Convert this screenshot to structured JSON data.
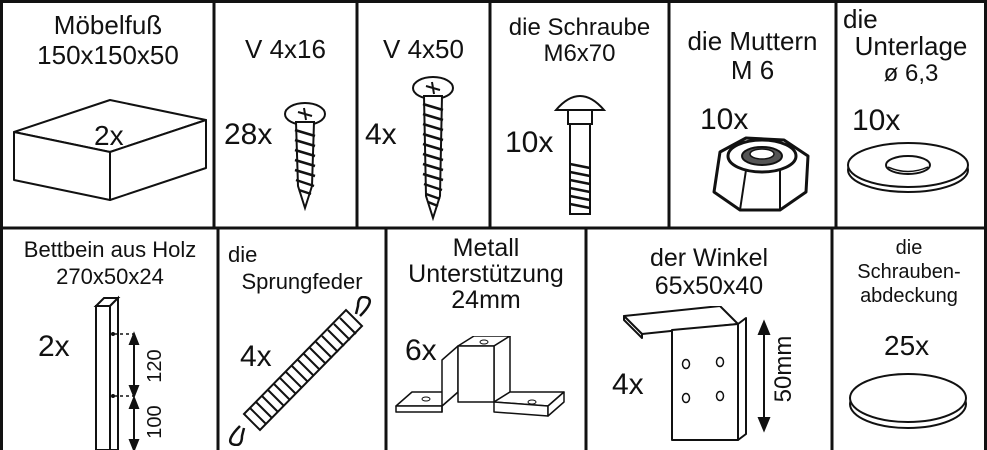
{
  "parts": [
    {
      "name_lines": [
        "Möbelfuß",
        "150x150x50"
      ],
      "qty": "2x",
      "icon": "block-icon"
    },
    {
      "name_lines": [
        "V 4x16"
      ],
      "qty": "28x",
      "icon": "screw-icon"
    },
    {
      "name_lines": [
        "V 4x50"
      ],
      "qty": "4x",
      "icon": "screw-icon"
    },
    {
      "name_lines": [
        "die Schraube",
        "M6x70"
      ],
      "qty": "10x",
      "icon": "carriage-bolt-icon"
    },
    {
      "name_lines": [
        "die Muttern",
        "M 6"
      ],
      "qty": "10x",
      "icon": "nut-icon"
    },
    {
      "name_lines": [
        "die",
        "Unterlage",
        "ø 6,3"
      ],
      "qty": "10x",
      "icon": "washer-icon"
    },
    {
      "name_lines": [
        "Bettbein aus Holz",
        "270x50x24"
      ],
      "qty": "2x",
      "icon": "wooden-leg-icon",
      "dims": [
        "120",
        "100"
      ]
    },
    {
      "name_lines": [
        "die",
        "Sprungfeder"
      ],
      "qty": "4x",
      "icon": "spring-icon"
    },
    {
      "name_lines": [
        "Metall",
        "Unterstützung",
        "24mm"
      ],
      "qty": "6x",
      "icon": "metal-bracket-icon"
    },
    {
      "name_lines": [
        "der Winkel",
        "65x50x40"
      ],
      "qty": "4x",
      "icon": "angle-bracket-icon",
      "dims": [
        "50mm"
      ]
    },
    {
      "name_lines": [
        "die",
        "Schrauben-",
        "abdeckung"
      ],
      "qty": "25x",
      "icon": "screw-cap-icon"
    }
  ]
}
